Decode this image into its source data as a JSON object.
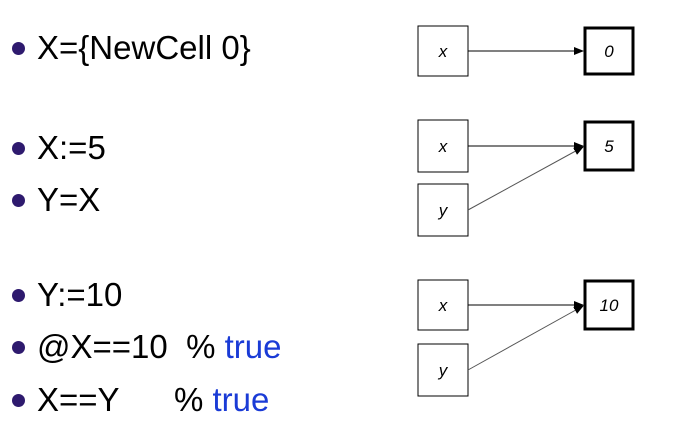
{
  "code_lines": [
    {
      "text": "X={NewCell 0}",
      "comment_prefix": "",
      "keyword": ""
    },
    {
      "text": "X:=5",
      "comment_prefix": "",
      "keyword": ""
    },
    {
      "text": "Y=X",
      "comment_prefix": "",
      "keyword": ""
    },
    {
      "text": "Y:=10",
      "comment_prefix": "",
      "keyword": ""
    },
    {
      "text": "@X==10  ",
      "comment_prefix": "% ",
      "keyword": "true"
    },
    {
      "text": "X==Y      ",
      "comment_prefix": "% ",
      "keyword": "true"
    }
  ],
  "diagrams": [
    {
      "var_labels": [
        "x"
      ],
      "cell_value": "0"
    },
    {
      "var_labels": [
        "x",
        "y"
      ],
      "cell_value": "5"
    },
    {
      "var_labels": [
        "x",
        "y"
      ],
      "cell_value": "10"
    }
  ],
  "colors": {
    "bullet": "#2e1a6e",
    "keyword": "#1a3bd6"
  }
}
